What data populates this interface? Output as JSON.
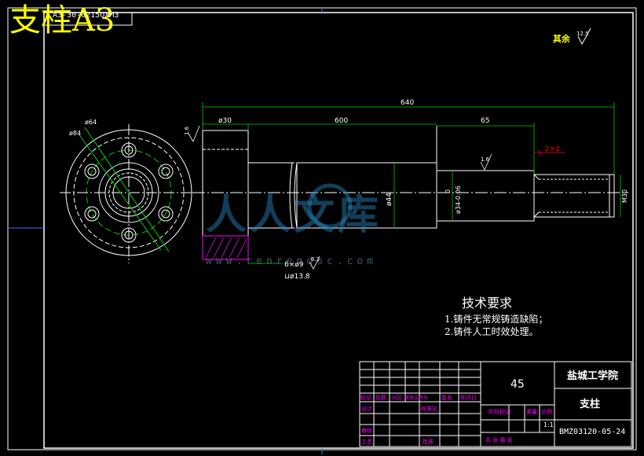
{
  "sheet_title": "支柱A3",
  "drawing_code": "A3-30-0215OXM3",
  "roughness": {
    "label": "其余",
    "value": "12.5"
  },
  "dimensions": {
    "total_length": "640",
    "shaft_length": "600",
    "step_length": "65",
    "head_dia": "ø30",
    "bolt_circle": "ø64",
    "outer_dia": "ø84",
    "body_dia": "ø44",
    "neck_dia": "ø34-0.06",
    "neck_tol": "0",
    "thread": "M30",
    "chamfer": "2×2",
    "holes": "6×ø9",
    "counterbore": "⊔ø13.8",
    "rough_16": "1.6",
    "rough_63": "6.3"
  },
  "tech_req": {
    "title": "技术要求",
    "items": [
      "1.铸件无常规铸造缺陷；",
      "2.铸件人工时效处理。"
    ]
  },
  "watermark": {
    "text": "人人文库",
    "url": "www.renrendoc.com"
  },
  "title_block": {
    "material": "45",
    "school": "盐城工学院",
    "part_name": "支柱",
    "code": "BMZ03120-05-24",
    "scale": "1:1",
    "headers": [
      "标记",
      "处数",
      "分区",
      "更改文件号",
      "签名",
      "年月日"
    ],
    "left_rows": [
      "设计",
      "标准化",
      "审核",
      "工艺",
      "批准"
    ],
    "right_headers": [
      "阶段标记",
      "重量",
      "比例"
    ],
    "sheets": "共  张  第  张"
  }
}
